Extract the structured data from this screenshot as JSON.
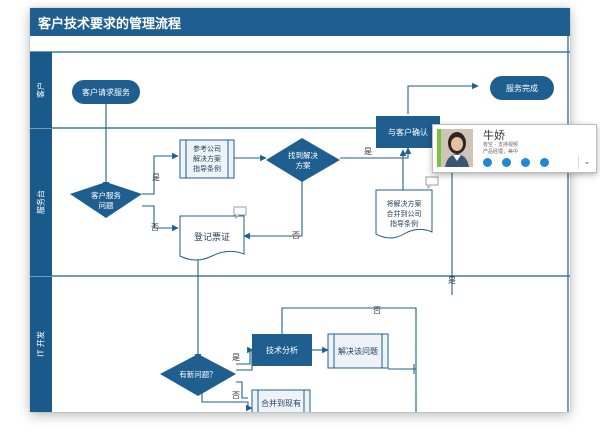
{
  "title": "客户技术要求的管理流程",
  "lanes": {
    "customer": "客户",
    "service_desk": "服务台",
    "it_dev": "IT 开发"
  },
  "nodes": {
    "request_service": "客户请求服务",
    "service_done": "服务完成",
    "confirm_with_customer": "与客户确认",
    "ref_line1": "参考公司",
    "ref_line2": "解决方案",
    "ref_line3": "指导条例",
    "customer_issue_line1": "客户服务",
    "customer_issue_line2": "问题",
    "found_solution_line1": "找到解决",
    "found_solution_line2": "方案",
    "log_ticket": "登记票证",
    "merge_line1": "将解决方案",
    "merge_line2": "合并到公司",
    "merge_line3": "指导条例",
    "new_issue": "有新问题？",
    "tech_analysis": "技术分析",
    "solve_issue": "解决该问题",
    "merge_existing": "合并到现有"
  },
  "edge_labels": {
    "yes": "是",
    "no": "否"
  },
  "contact_card": {
    "name": "牛娇",
    "status": "有空 - 支持视频",
    "job_title": "产品经理，美中",
    "more": "⌄"
  },
  "colors": {
    "title_bar": "#1f5f8f",
    "lane_header": "#1a5a8a",
    "node_fill": "#1f5f8f",
    "line": "#1f5f8f",
    "doc_fill": "#ffffff",
    "presence": "#7cc242",
    "action": "#1e88d4"
  },
  "icons": {
    "comment": "comment-icon",
    "chat": "chat-icon",
    "phone": "phone-icon",
    "video": "video-icon",
    "email": "email-icon"
  }
}
